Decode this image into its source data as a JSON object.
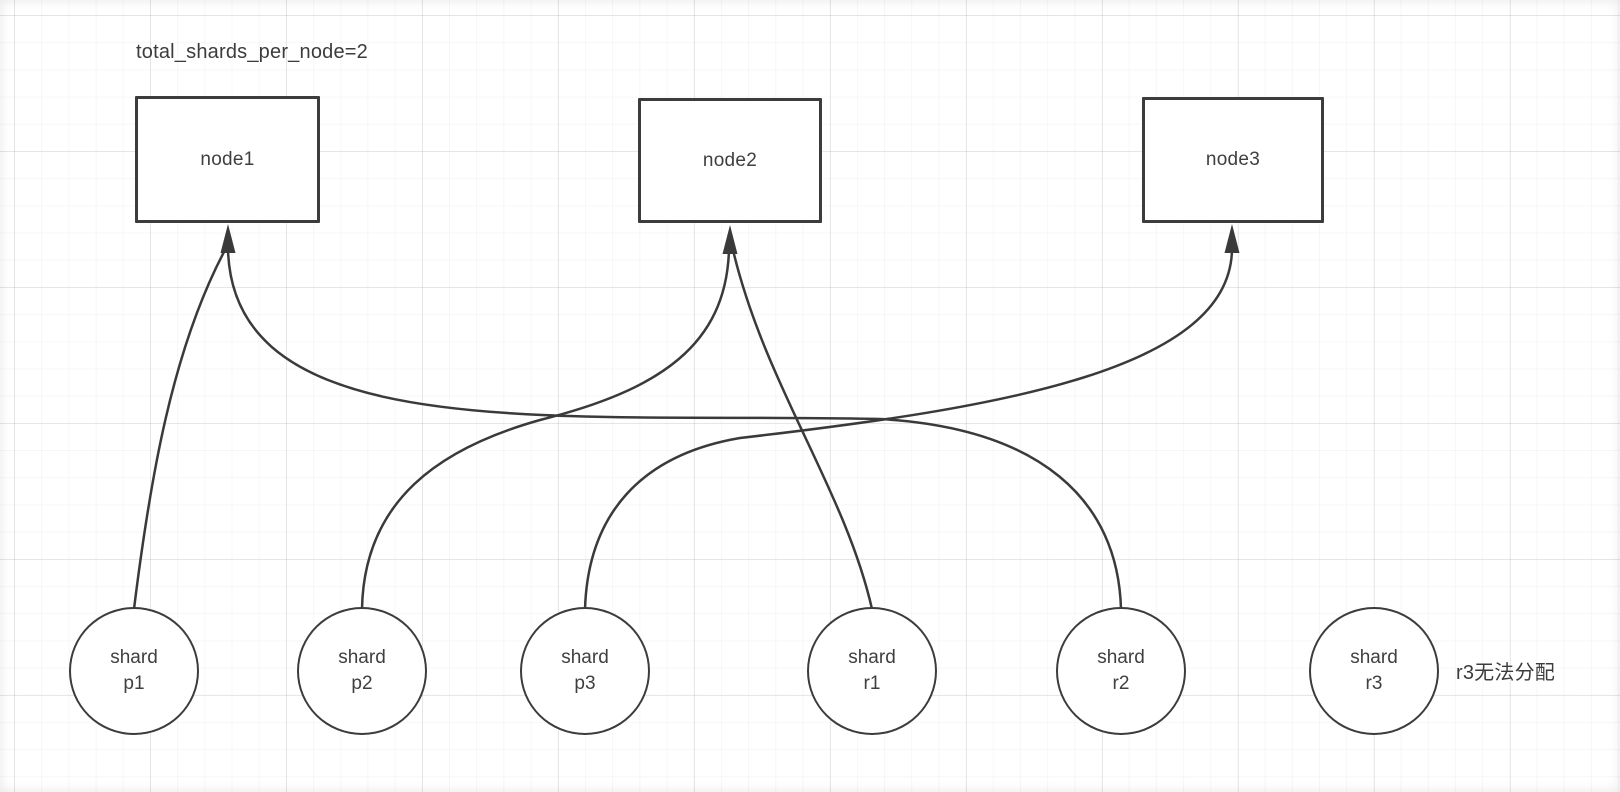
{
  "diagram": {
    "title": "total_shards_per_node=2",
    "note": "r3无法分配",
    "nodes": [
      {
        "id": "node1",
        "label": "node1"
      },
      {
        "id": "node2",
        "label": "node2"
      },
      {
        "id": "node3",
        "label": "node3"
      }
    ],
    "shards": [
      {
        "id": "p1",
        "line1": "shard",
        "line2": "p1",
        "assigned_to": "node1"
      },
      {
        "id": "p2",
        "line1": "shard",
        "line2": "p2",
        "assigned_to": "node2"
      },
      {
        "id": "p3",
        "line1": "shard",
        "line2": "p3",
        "assigned_to": "node3"
      },
      {
        "id": "r1",
        "line1": "shard",
        "line2": "r1",
        "assigned_to": "node2"
      },
      {
        "id": "r2",
        "line1": "shard",
        "line2": "r2",
        "assigned_to": "node1"
      },
      {
        "id": "r3",
        "line1": "shard",
        "line2": "r3",
        "assigned_to": null
      }
    ],
    "edges": [
      {
        "from": "shard p1",
        "to": "node1"
      },
      {
        "from": "shard p2",
        "to": "node2"
      },
      {
        "from": "shard p3",
        "to": "node3"
      },
      {
        "from": "shard r1",
        "to": "node2"
      },
      {
        "from": "shard r2",
        "to": "node1"
      }
    ],
    "colors": {
      "stroke": "#3a3a3a",
      "text": "#3f3f3f",
      "background": "#ffffff",
      "grid_minor": "#f0f0f3",
      "grid_major": "#e6e6ea"
    }
  }
}
